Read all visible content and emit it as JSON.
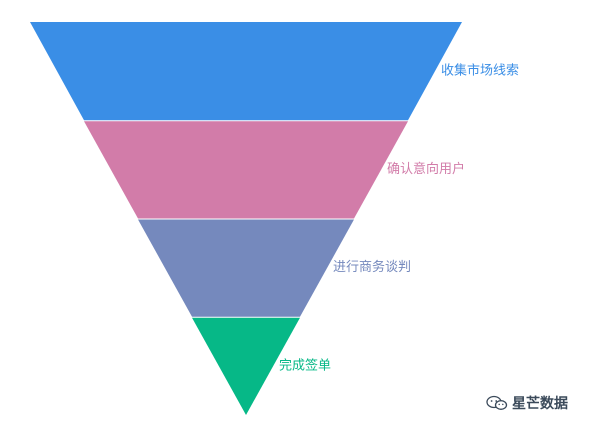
{
  "chart_data": {
    "type": "funnel",
    "title": "",
    "sort": "descending",
    "stages": [
      {
        "name": "收集市场线索",
        "value": 100,
        "color": "#3a8ee6"
      },
      {
        "name": "确认意向用户",
        "value": 75,
        "color": "#d27ca9"
      },
      {
        "name": "进行商务谈判",
        "value": 50,
        "color": "#7589bd"
      },
      {
        "name": "完成签单",
        "value": 25,
        "color": "#06b887"
      }
    ],
    "legend": "none",
    "label_position": "right"
  },
  "watermark": {
    "text": "星芒数据",
    "icon": "wechat-icon"
  }
}
